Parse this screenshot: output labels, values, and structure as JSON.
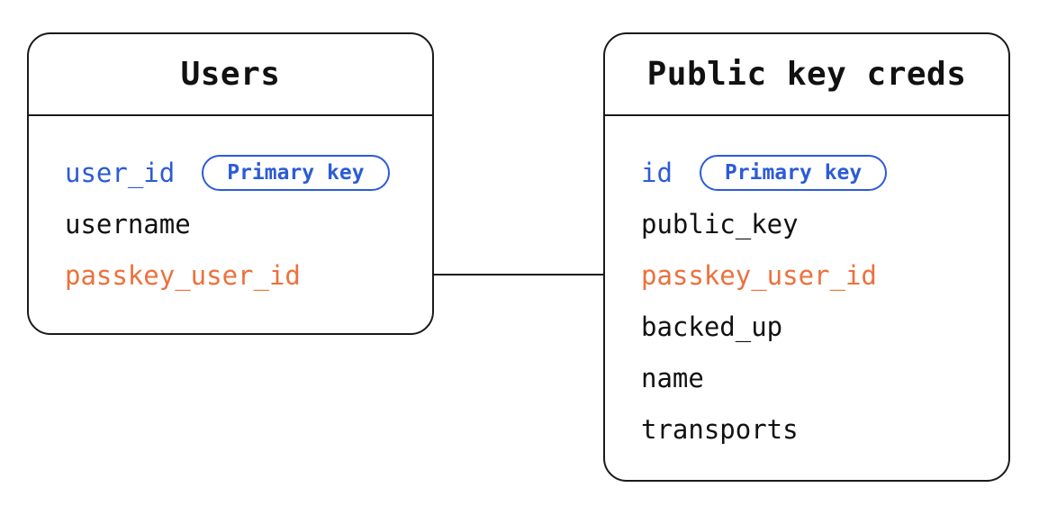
{
  "diagram": {
    "tables": [
      {
        "name": "Users",
        "fields": [
          {
            "label": "user_id",
            "color": "blue",
            "badge": "Primary key"
          },
          {
            "label": "username",
            "color": "black"
          },
          {
            "label": "passkey_user_id",
            "color": "orange"
          }
        ]
      },
      {
        "name": "Public key creds",
        "fields": [
          {
            "label": "id",
            "color": "blue",
            "badge": "Primary key"
          },
          {
            "label": "public_key",
            "color": "black"
          },
          {
            "label": "passkey_user_id",
            "color": "orange"
          },
          {
            "label": "backed_up",
            "color": "black"
          },
          {
            "label": "name",
            "color": "black"
          },
          {
            "label": "transports",
            "color": "black"
          }
        ]
      }
    ],
    "relationship": {
      "from_table": "Users",
      "from_field": "passkey_user_id",
      "to_table": "Public key creds",
      "to_field": "passkey_user_id"
    },
    "colors": {
      "primary_key_blue": "#2b5bd7",
      "foreign_key_orange": "#ed703c",
      "line_black": "#1a1a1a",
      "background": "#ffffff"
    }
  }
}
